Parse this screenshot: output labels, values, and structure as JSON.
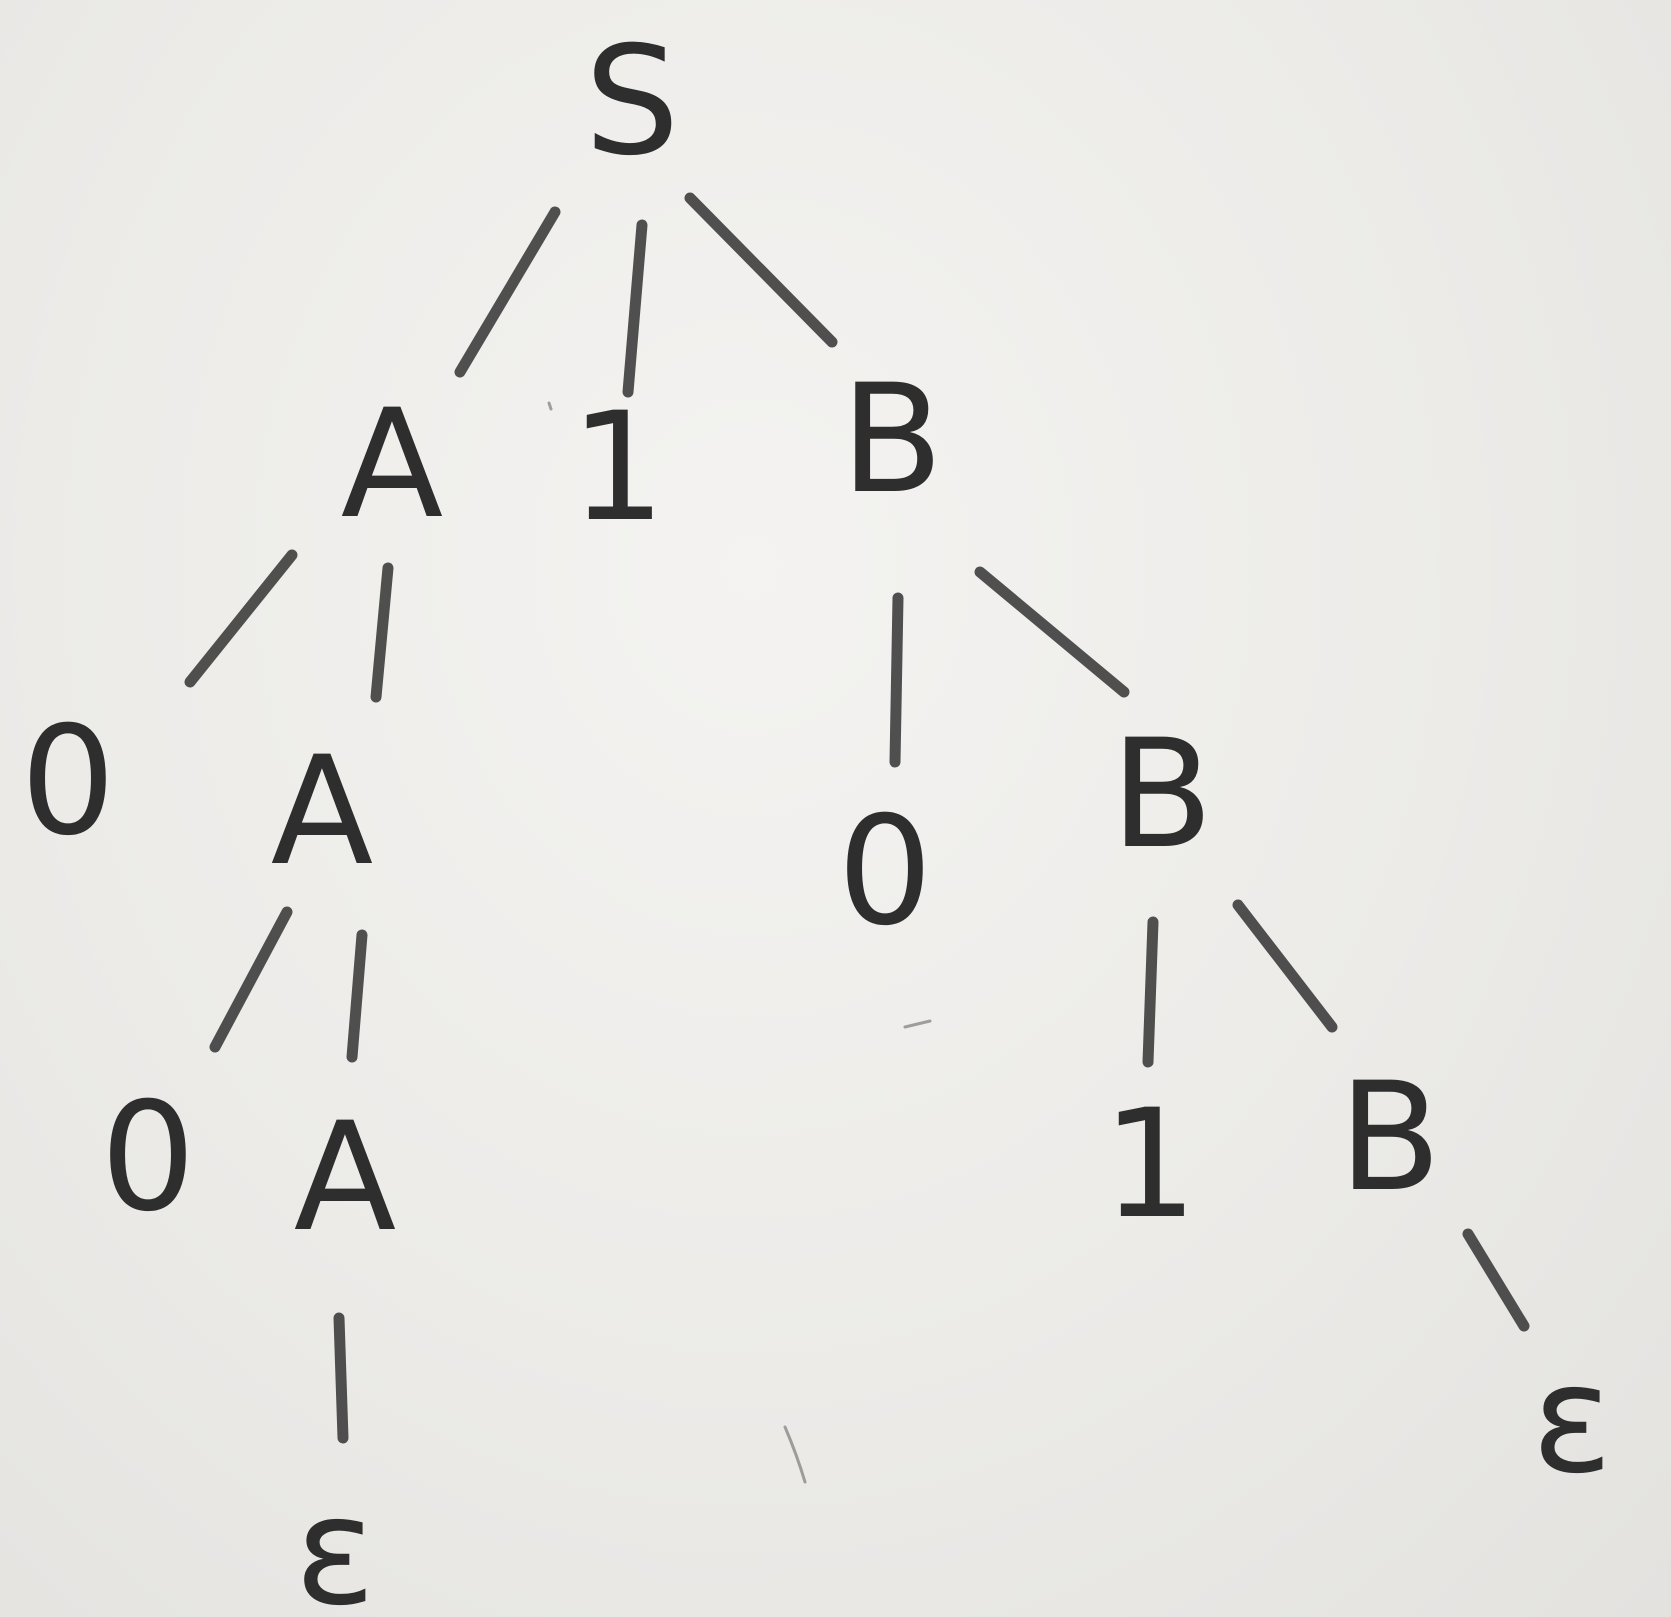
{
  "tree": {
    "root": {
      "label": "S",
      "children": [
        {
          "label": "A",
          "children": [
            {
              "label": "0"
            },
            {
              "label": "A",
              "children": [
                {
                  "label": "0"
                },
                {
                  "label": "A",
                  "children": [
                    {
                      "label": "ε"
                    }
                  ]
                }
              ]
            }
          ]
        },
        {
          "label": "1"
        },
        {
          "label": "B",
          "children": [
            {
              "label": "0"
            },
            {
              "label": "B",
              "children": [
                {
                  "label": "1"
                },
                {
                  "label": "B",
                  "children": [
                    {
                      "label": "ε"
                    }
                  ]
                }
              ]
            }
          ]
        }
      ]
    }
  },
  "colors": {
    "ink": "#2e2e2e",
    "paper": "#ecebe8"
  }
}
